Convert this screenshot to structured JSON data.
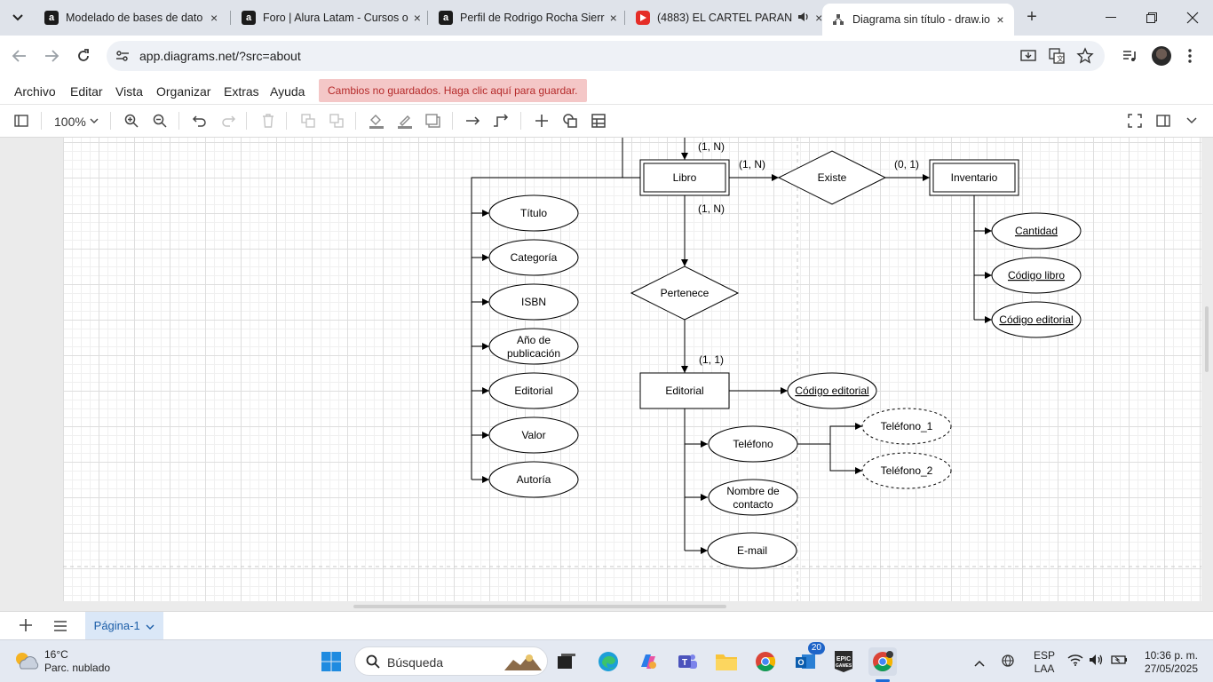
{
  "browser": {
    "tabs": [
      {
        "title": "Modelado de bases de dato",
        "favicon": "alura-a",
        "close": "×"
      },
      {
        "title": "Foro | Alura Latam - Cursos o",
        "favicon": "alura-a",
        "close": "×"
      },
      {
        "title": "Perfil de Rodrigo Rocha Sierr",
        "favicon": "alura-a",
        "close": "×"
      },
      {
        "title": "(4883) EL CARTEL PARAN",
        "favicon": "youtube",
        "close": "×"
      },
      {
        "title": "Diagrama sin título - draw.io",
        "favicon": "drawio",
        "close": "×"
      }
    ],
    "new_tab": "+",
    "url": "app.diagrams.net/?src=about"
  },
  "menu": {
    "items": [
      "Archivo",
      "Editar",
      "Vista",
      "Organizar",
      "Extras",
      "Ayuda"
    ],
    "unsaved_notice": "Cambios no guardados. Haga clic aquí para guardar."
  },
  "toolbar": {
    "zoom": "100%"
  },
  "diagram": {
    "entities": {
      "libro": "Libro",
      "inventario": "Inventario",
      "editorial": "Editorial"
    },
    "relationships": {
      "existe": "Existe",
      "pertenece": "Pertenece"
    },
    "cardinalities": {
      "top": "(1, N)",
      "libro_existe": "(1, N)",
      "existe_inventario": "(0, 1)",
      "libro_pertenece": "(1, N)",
      "pertenece_editorial": "(1, 1)"
    },
    "libro_attributes": [
      "Título",
      "Categoría",
      "ISBN",
      "Año de|publicación",
      "Editorial",
      "Valor",
      "Autoría"
    ],
    "inventario_attributes": [
      "Cantidad",
      "Código libro",
      "Código editorial"
    ],
    "editorial_key": "Código editorial",
    "editorial_attributes": {
      "telefono": "Teléfono",
      "nombre_contacto": "Nombre de|contacto",
      "email": "E-mail"
    },
    "telefono_multivalued": [
      "Teléfono_1",
      "Teléfono_2"
    ]
  },
  "footer": {
    "page_tab": "Página-1"
  },
  "taskbar": {
    "weather_temp": "16°C",
    "weather_desc": "Parc. nublado",
    "search": "Búsqueda",
    "teams_badge": "20",
    "lang": "ESP",
    "lang_sub": "LAA",
    "time": "10:36 p. m.",
    "date": "27/05/2025"
  }
}
